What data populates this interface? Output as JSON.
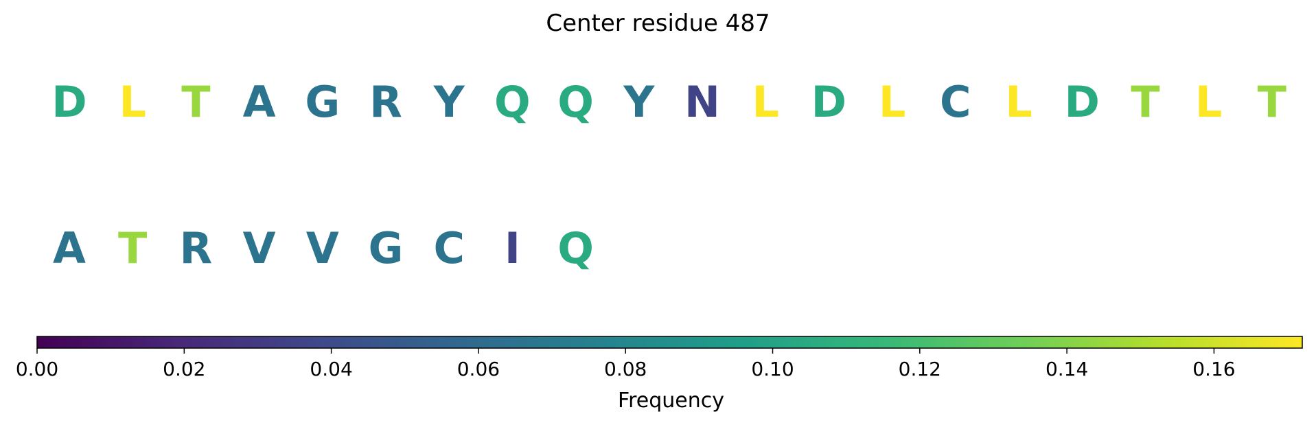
{
  "chart_data": {
    "type": "sequence-logo",
    "title": "Center residue 487",
    "rows": [
      {
        "residues": [
          "D",
          "L",
          "T",
          "A",
          "G",
          "R",
          "Y",
          "Q",
          "Q",
          "Y",
          "N",
          "L",
          "D",
          "L",
          "C",
          "L",
          "D",
          "T",
          "L",
          "T"
        ],
        "values": [
          0.105,
          0.172,
          0.145,
          0.066,
          0.066,
          0.066,
          0.066,
          0.105,
          0.105,
          0.066,
          0.035,
          0.172,
          0.105,
          0.172,
          0.066,
          0.172,
          0.105,
          0.145,
          0.172,
          0.145
        ]
      },
      {
        "residues": [
          "A",
          "T",
          "R",
          "V",
          "V",
          "G",
          "C",
          "I",
          "Q"
        ],
        "values": [
          0.066,
          0.145,
          0.066,
          0.066,
          0.066,
          0.066,
          0.066,
          0.035,
          0.105
        ]
      }
    ],
    "colorbar": {
      "label": "Frequency",
      "colormap": "viridis",
      "range": [
        0,
        0.172
      ],
      "ticks": [
        "0.00",
        "0.02",
        "0.04",
        "0.06",
        "0.08",
        "0.10",
        "0.12",
        "0.14",
        "0.16"
      ]
    }
  }
}
